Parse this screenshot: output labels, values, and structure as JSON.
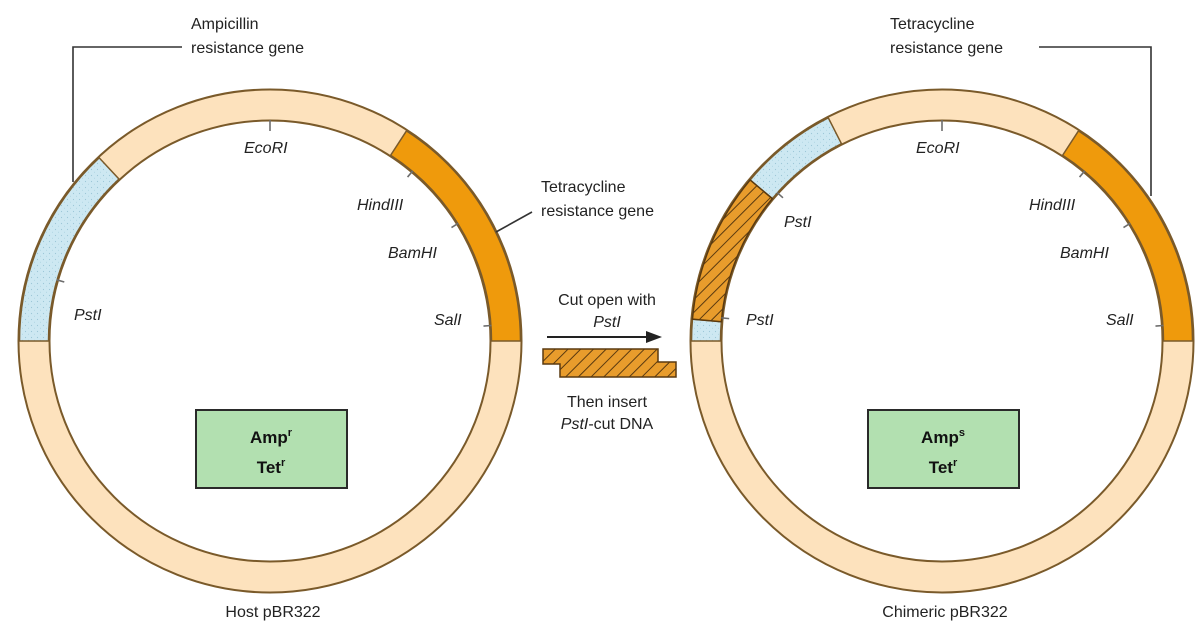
{
  "colors": {
    "ring_fill": "#fde2bd",
    "ring_edge": "#7a5a2a",
    "ampicillin": "#cde8f2",
    "tetracycline": "#ef9a0c",
    "insert": "#e89c2c",
    "label_box": "#b2e0b0"
  },
  "left_plasmid": {
    "caption": "Host pBR322",
    "amp_gene_label_line1": "Ampicillin",
    "amp_gene_label_line2": "resistance gene",
    "tet_gene_label_line1": "Tetracycline",
    "tet_gene_label_line2": "resistance gene",
    "sites": {
      "ecori": "EcoRI",
      "hindiii": "HindIII",
      "bamhi": "BamHI",
      "sali": "SalI",
      "psti": "PstI"
    },
    "box": {
      "line1": "Amp",
      "line1_sup": "r",
      "line2": "Tet",
      "line2_sup": "r"
    }
  },
  "middle": {
    "cut_line1": "Cut open with",
    "cut_line2": "PstI",
    "insert_line1": "Then insert",
    "insert_line2_italic": "PstI",
    "insert_line2_rest": "-cut DNA"
  },
  "right_plasmid": {
    "caption": "Chimeric pBR322",
    "tet_gene_label_line1": "Tetracycline",
    "tet_gene_label_line2": "resistance gene",
    "sites": {
      "ecori": "EcoRI",
      "hindiii": "HindIII",
      "bamhi": "BamHI",
      "sali": "SalI",
      "psti_upper": "PstI",
      "psti_lower": "PstI"
    },
    "box": {
      "line1": "Amp",
      "line1_sup": "s",
      "line2": "Tet",
      "line2_sup": "r"
    }
  }
}
